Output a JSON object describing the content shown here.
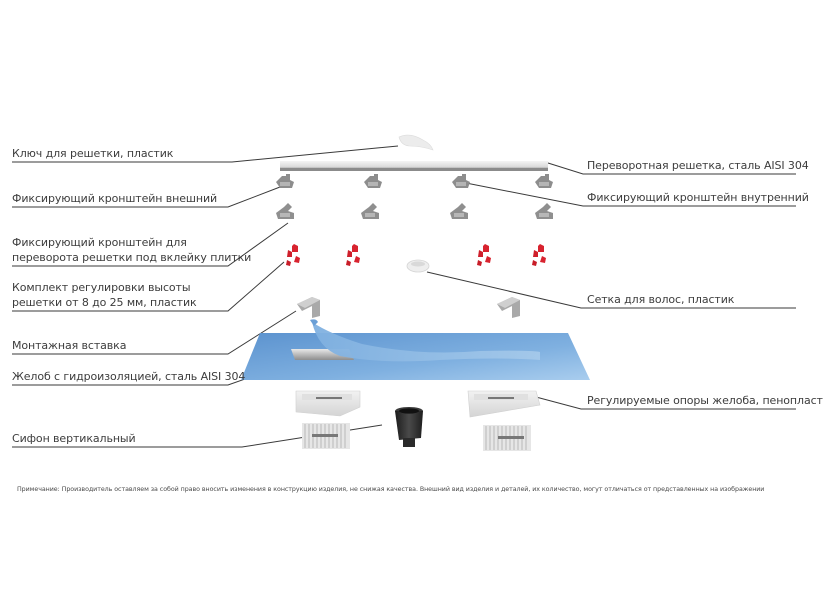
{
  "diagram": {
    "labels_left": [
      {
        "id": "grate-key",
        "text": "Ключ для решетки, пластик"
      },
      {
        "id": "outer-bracket",
        "text": "Фиксирующий кронштейн внешний"
      },
      {
        "id": "flip-bracket",
        "line1": "Фиксирующий кронштейн для",
        "line2": "переворота решетки под вклейку плитки"
      },
      {
        "id": "height-kit",
        "line1": "Комплект регулировки высоты",
        "line2": "решетки от 8 до 25 мм, пластик"
      },
      {
        "id": "mounting-insert",
        "text": "Монтажная вставка"
      },
      {
        "id": "channel",
        "text": "Желоб с гидроизоляцией, сталь AISI 304"
      },
      {
        "id": "siphon",
        "text": "Сифон вертикальный"
      }
    ],
    "labels_right": [
      {
        "id": "reversible-grate",
        "text": "Переворотная решетка, сталь AISI 304"
      },
      {
        "id": "inner-bracket",
        "text": "Фиксирующий кронштейн внутренний"
      },
      {
        "id": "hair-strainer",
        "text": "Сетка для волос, пластик"
      },
      {
        "id": "channel-supports",
        "text": "Регулируемые опоры желоба, пенопласт"
      }
    ],
    "note": "Примечание: Производитель оставляем за собой право вносить изменения в конструкцию изделия, не снижая качества. Внешний вид изделия и деталей, их количество, могут отличаться от представленных на изображении"
  },
  "colors": {
    "membrane": "#6ea3d8",
    "membrane_light": "#9cc3e8",
    "red_parts": "#d8232f",
    "steel": "#c9c9c9",
    "bracket": "#8c8c8c",
    "leader": "#333333",
    "siphon": "#2a2a2a"
  }
}
